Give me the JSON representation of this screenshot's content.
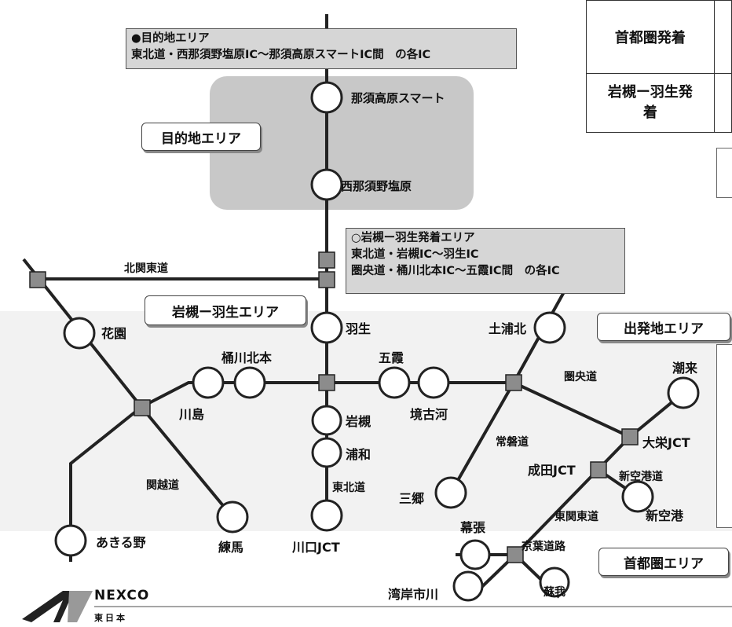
{
  "areas": {
    "destination_info": {
      "title": "●目的地エリア",
      "body": "東北道・西那須野塩原IC～那須高原スマートIC間　の各IC"
    },
    "iwatsuki_info": {
      "title": "○岩槻ー羽生発着エリア",
      "line1": "東北道・岩槻IC～羽生IC",
      "line2": "圏央道・桶川北本IC～五霞IC間　の各IC"
    },
    "destination_tag": "目的地エリア",
    "iwatsuki_tag": "岩槻ー羽生エリア",
    "departure_tag": "出発地エリア",
    "capital_tag": "首都圏エリア"
  },
  "legend_table": {
    "row1": "首都圏発着",
    "row2": "岩槻ー羽生発着"
  },
  "roads": {
    "kitakanto": "北関東道",
    "tohoku": "東北道",
    "kanetsu": "関越道",
    "ken_o": "圏央道",
    "joban": "常磐道",
    "higashikanto": "東関東道",
    "shinkuko": "新空港道",
    "keiyo": "京葉道路"
  },
  "stations": {
    "nasu": "那須高原スマート",
    "nishinasuno": "西那須野塩原",
    "hanyu": "羽生",
    "iwatsuki": "岩槻",
    "urawa": "浦和",
    "kawaguchi": "川口JCT",
    "okegawa": "桶川北本",
    "kawajima": "川島",
    "goka": "五霞",
    "sakaikoga": "境古河",
    "tsuchiura": "土浦北",
    "hanazono": "花園",
    "akiruno": "あきる野",
    "nerima": "練馬",
    "misato": "三郷",
    "makuhari": "幕張",
    "wangan": "湾岸市川",
    "soga": "蘇我",
    "narita": "成田JCT",
    "taiei": "大栄JCT",
    "itako": "潮来",
    "shinkuko": "新空港"
  },
  "logo": {
    "name": "NEXCO",
    "sub": "東日本"
  },
  "colors": {
    "line": "#222222",
    "area": "#c8c8c8",
    "junction": "#8c8c8c"
  }
}
